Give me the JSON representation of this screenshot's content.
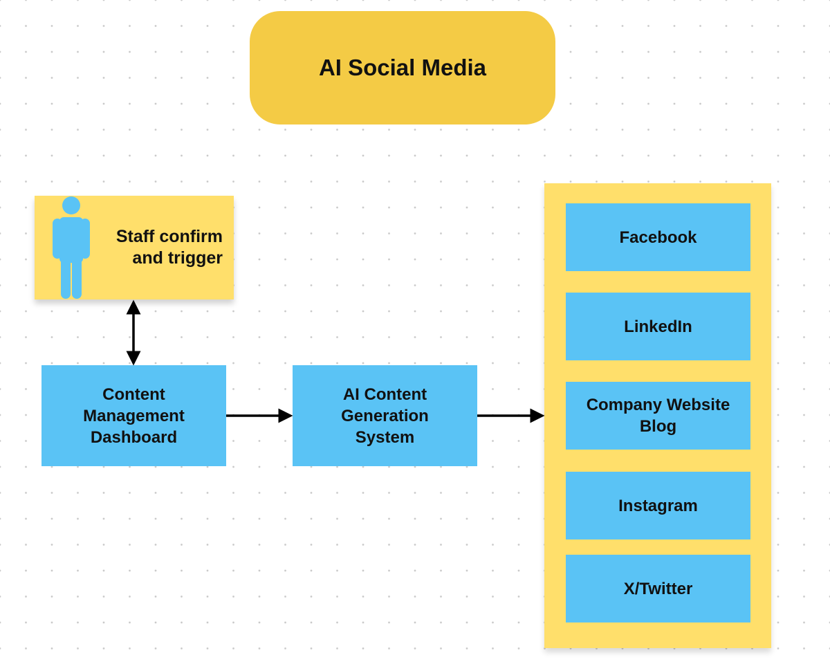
{
  "diagram": {
    "title": "AI Social Media",
    "actor": {
      "icon": "person-icon",
      "label_line1": "Staff confirm",
      "label_line2": "and trigger"
    },
    "nodes": {
      "cms": {
        "line1": "Content",
        "line2": "Management",
        "line3": "Dashboard"
      },
      "ai": {
        "line1": "AI Content",
        "line2": "Generation",
        "line3": "System"
      }
    },
    "platforms": [
      {
        "line1": "Facebook"
      },
      {
        "line1": "LinkedIn"
      },
      {
        "line1": "Company Website",
        "line2": "Blog"
      },
      {
        "line1": "Instagram"
      },
      {
        "line1": "X/Twitter"
      }
    ],
    "edges": [
      {
        "from": "actor",
        "to": "cms",
        "type": "bidirectional"
      },
      {
        "from": "cms",
        "to": "ai",
        "type": "directed"
      },
      {
        "from": "ai",
        "to": "platforms",
        "type": "directed"
      }
    ],
    "colors": {
      "title_fill": "#f4cb45",
      "sticky_fill": "#ffdf6b",
      "node_fill": "#5ac3f5",
      "person_fill": "#5ac3f5",
      "arrow": "#000000"
    }
  }
}
